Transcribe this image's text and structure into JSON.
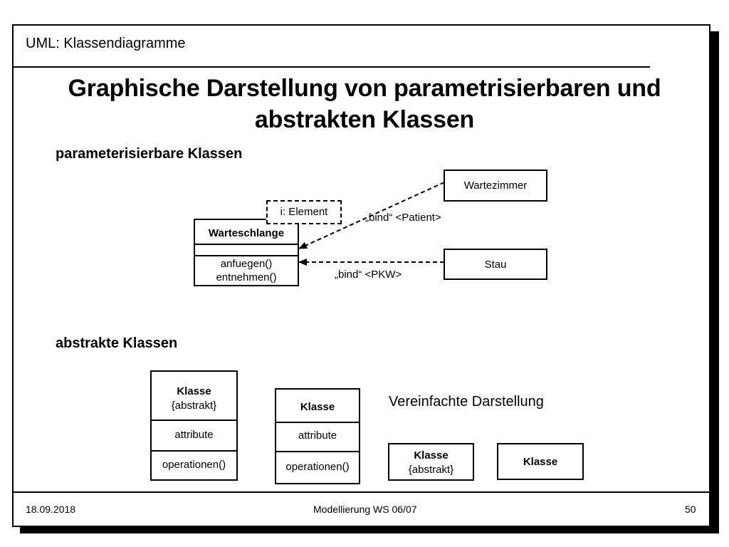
{
  "header": {
    "section_title": "UML: Klassendiagramme"
  },
  "main": {
    "title_line1": "Graphische Darstellung von parametrisierbaren und",
    "title_line2": "abstrakten Klassen"
  },
  "sections": {
    "parameterized_heading": "parameterisierbare Klassen",
    "abstract_heading": "abstrakte Klassen"
  },
  "param_diagram": {
    "template_param": "i: Element",
    "class_name": "Warteschlange",
    "operations": [
      "anfuegen()",
      "entnehmen()"
    ],
    "bound_class_1": "Wartezimmer",
    "bound_class_2": "Stau",
    "bind_label_1": "„bind“ <Patient>",
    "bind_label_2": "„bind“ <PKW>"
  },
  "abstract_diagram": {
    "box1": {
      "name": "Klasse",
      "stereotype": "{abstrakt}",
      "attributes": "attribute",
      "operations": "operationen()"
    },
    "box2": {
      "name": "Klasse",
      "attributes": "attribute",
      "operations": "operationen()"
    },
    "simplified_heading": "Vereinfachte Darstellung",
    "box3": {
      "name": "Klasse",
      "stereotype": "{abstrakt}"
    },
    "box4": {
      "name": "Klasse"
    }
  },
  "footer": {
    "date": "18.09.2018",
    "course": "Modellierung WS 06/07",
    "page_number": "50"
  }
}
